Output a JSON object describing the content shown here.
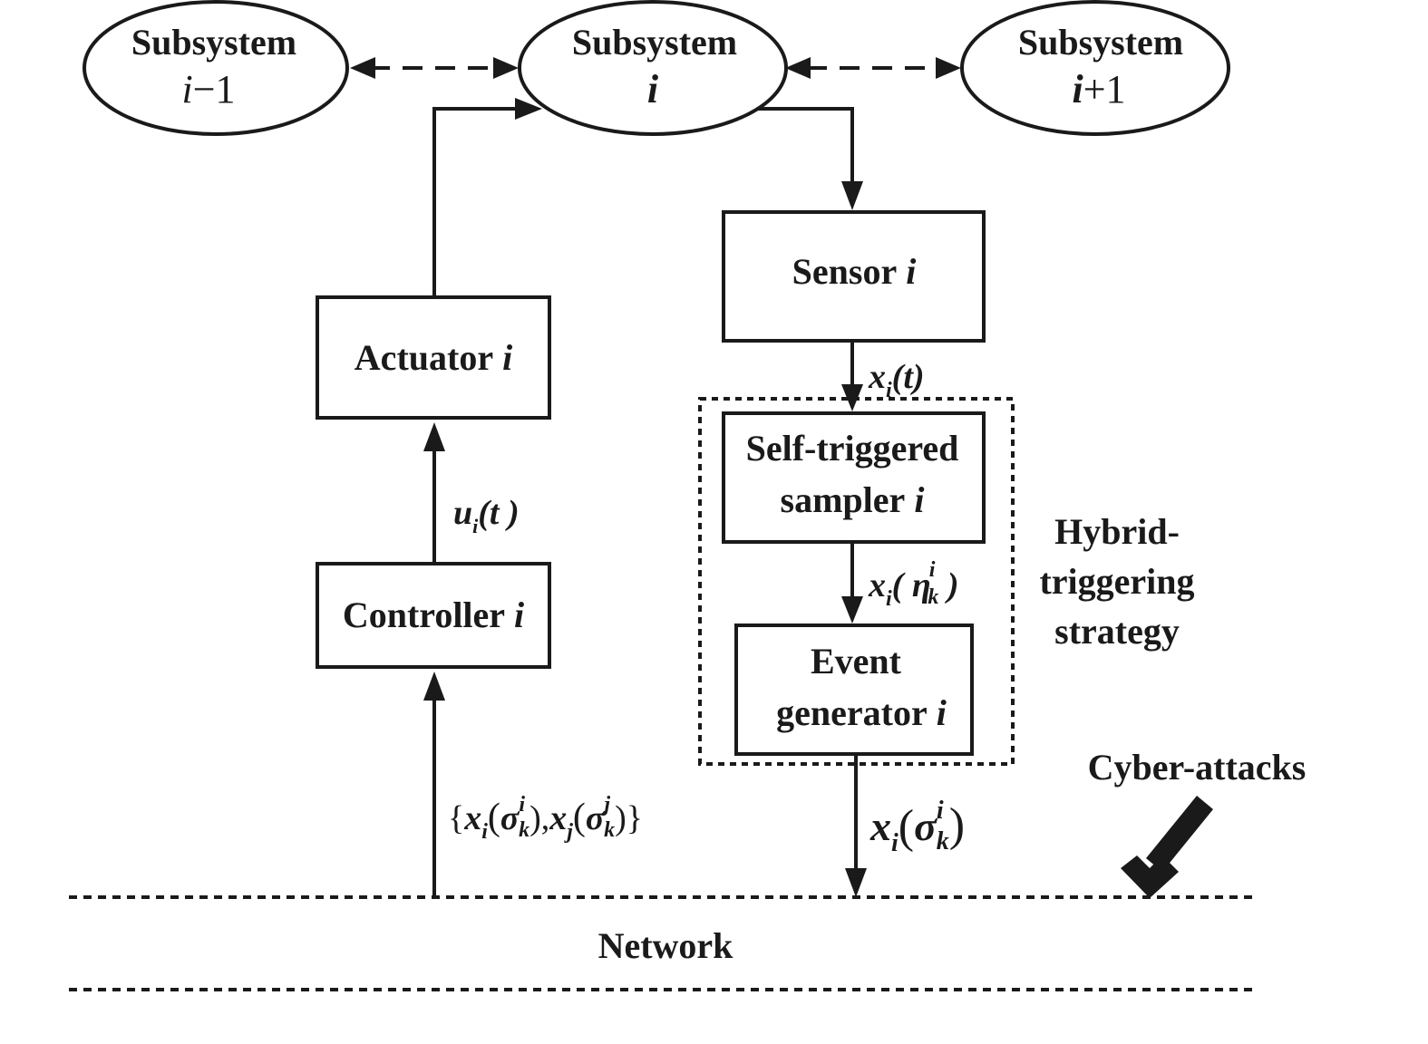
{
  "subsystems": {
    "prev": {
      "title": "Subsystem",
      "index": "i",
      "suffix": "−1"
    },
    "curr": {
      "title": "Subsystem",
      "index": "i"
    },
    "next": {
      "title": "Subsystem",
      "index": "i",
      "suffix": "+1"
    }
  },
  "blocks": {
    "sensor": {
      "name": "Sensor",
      "index": "i"
    },
    "actuator": {
      "name": "Actuator",
      "index": "i"
    },
    "controller": {
      "name": "Controller",
      "index": "i"
    },
    "sampler": {
      "line1": "Self-triggered",
      "line2": "sampler",
      "index": "i"
    },
    "event": {
      "line1": "Event",
      "line2": "generator",
      "index": "i"
    }
  },
  "signals": {
    "sensor_out": {
      "base": "x",
      "sub": "i",
      "arg": "(t)"
    },
    "control": {
      "base": "u",
      "sub": "i",
      "arg": "(t )"
    },
    "sampled": {
      "base": "x",
      "sub": "i",
      "open": "( ",
      "symbol": "η",
      "sup": "i",
      "sub2": "k",
      "close": " )"
    },
    "event_out": {
      "base": "x",
      "sub": "i",
      "open": "(",
      "symbol": "σ",
      "sup": "i",
      "sub2": "k",
      "close": ")"
    },
    "received": {
      "lbrace": "{",
      "base1": "x",
      "sub1": "i",
      "open1": "(",
      "sym1": "σ",
      "sup1": "i",
      "sub1b": "k",
      "close1": "),",
      "base2": "x",
      "sub2": "j",
      "open2": "(",
      "sym2": "σ",
      "sup2": "j",
      "sub2b": "k",
      "close2": ")",
      "rbrace": "}"
    }
  },
  "annotations": {
    "hybrid": [
      "Hybrid-",
      "triggering",
      "strategy"
    ],
    "cyber_attacks": "Cyber-attacks",
    "network": "Network"
  }
}
